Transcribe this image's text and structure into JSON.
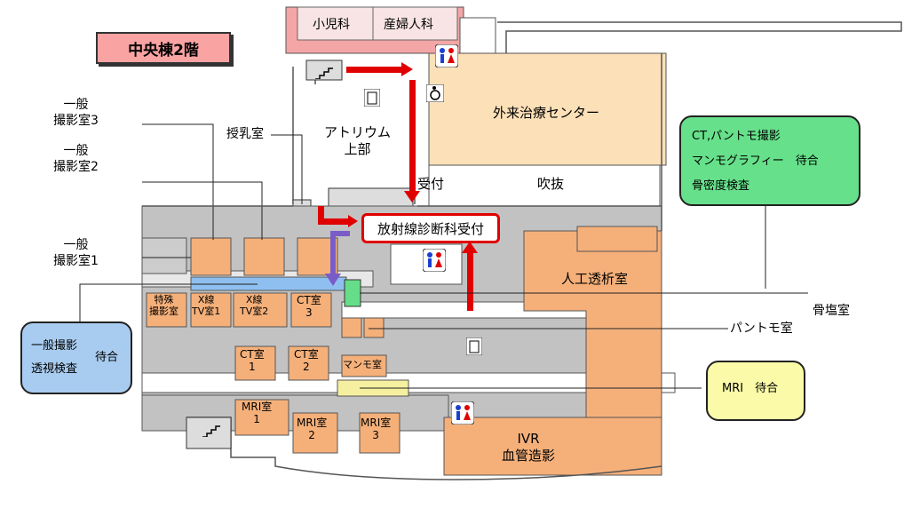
{
  "floor_title": "中央棟2階",
  "departments_top": {
    "pediatrics": "小児科",
    "obgyn": "産婦人科"
  },
  "areas": {
    "outpatient_center": "外来治療センター",
    "atrium": "アトリウム\n上部",
    "reception": "受付",
    "atrium_void": "吹抜",
    "radiology_reception": "放射線診断科受付",
    "dialysis": "人工透析室",
    "ivr": "IVR\n血管造影",
    "nursing_room": "授乳室"
  },
  "left_labels": {
    "xray3": "一般\n撮影室3",
    "xray2": "一般\n撮影室2",
    "xray1": "一般\n撮影室1"
  },
  "rooms": {
    "special": "特殊\n撮影室",
    "xtv1": "X線\nTV室1",
    "xtv2": "X線\nTV室2",
    "ct3": "CT室\n3",
    "ct1": "CT室\n1",
    "ct2": "CT室\n2",
    "mammo": "マンモ室",
    "mri1": "MRI室\n1",
    "mri2": "MRI室\n2",
    "mri3": "MRI室\n3"
  },
  "right_labels": {
    "bone_salt": "骨塩室",
    "panto": "パントモ室"
  },
  "callouts": {
    "general_xray_wait": {
      "line1": "一般撮影",
      "line2": "透視検査",
      "wait": "待合",
      "color": "#a8ccf0"
    },
    "ct_wait": {
      "line1": "CT,パントモ撮影",
      "line2": "マンモグラフィー　待合",
      "line3": "骨密度検査",
      "color": "#66e08a"
    },
    "mri_wait": {
      "text": "MRI　待合",
      "color": "#fafaa8"
    }
  },
  "colors": {
    "room_orange": "#f5b07a",
    "corridor_gray": "#c0c0c0",
    "arrow_red": "#e00000",
    "arrow_purple": "#7a5cc8"
  },
  "icons": [
    "restroom-icon",
    "wheelchair-icon",
    "elevator-icon",
    "stairs-icon"
  ]
}
